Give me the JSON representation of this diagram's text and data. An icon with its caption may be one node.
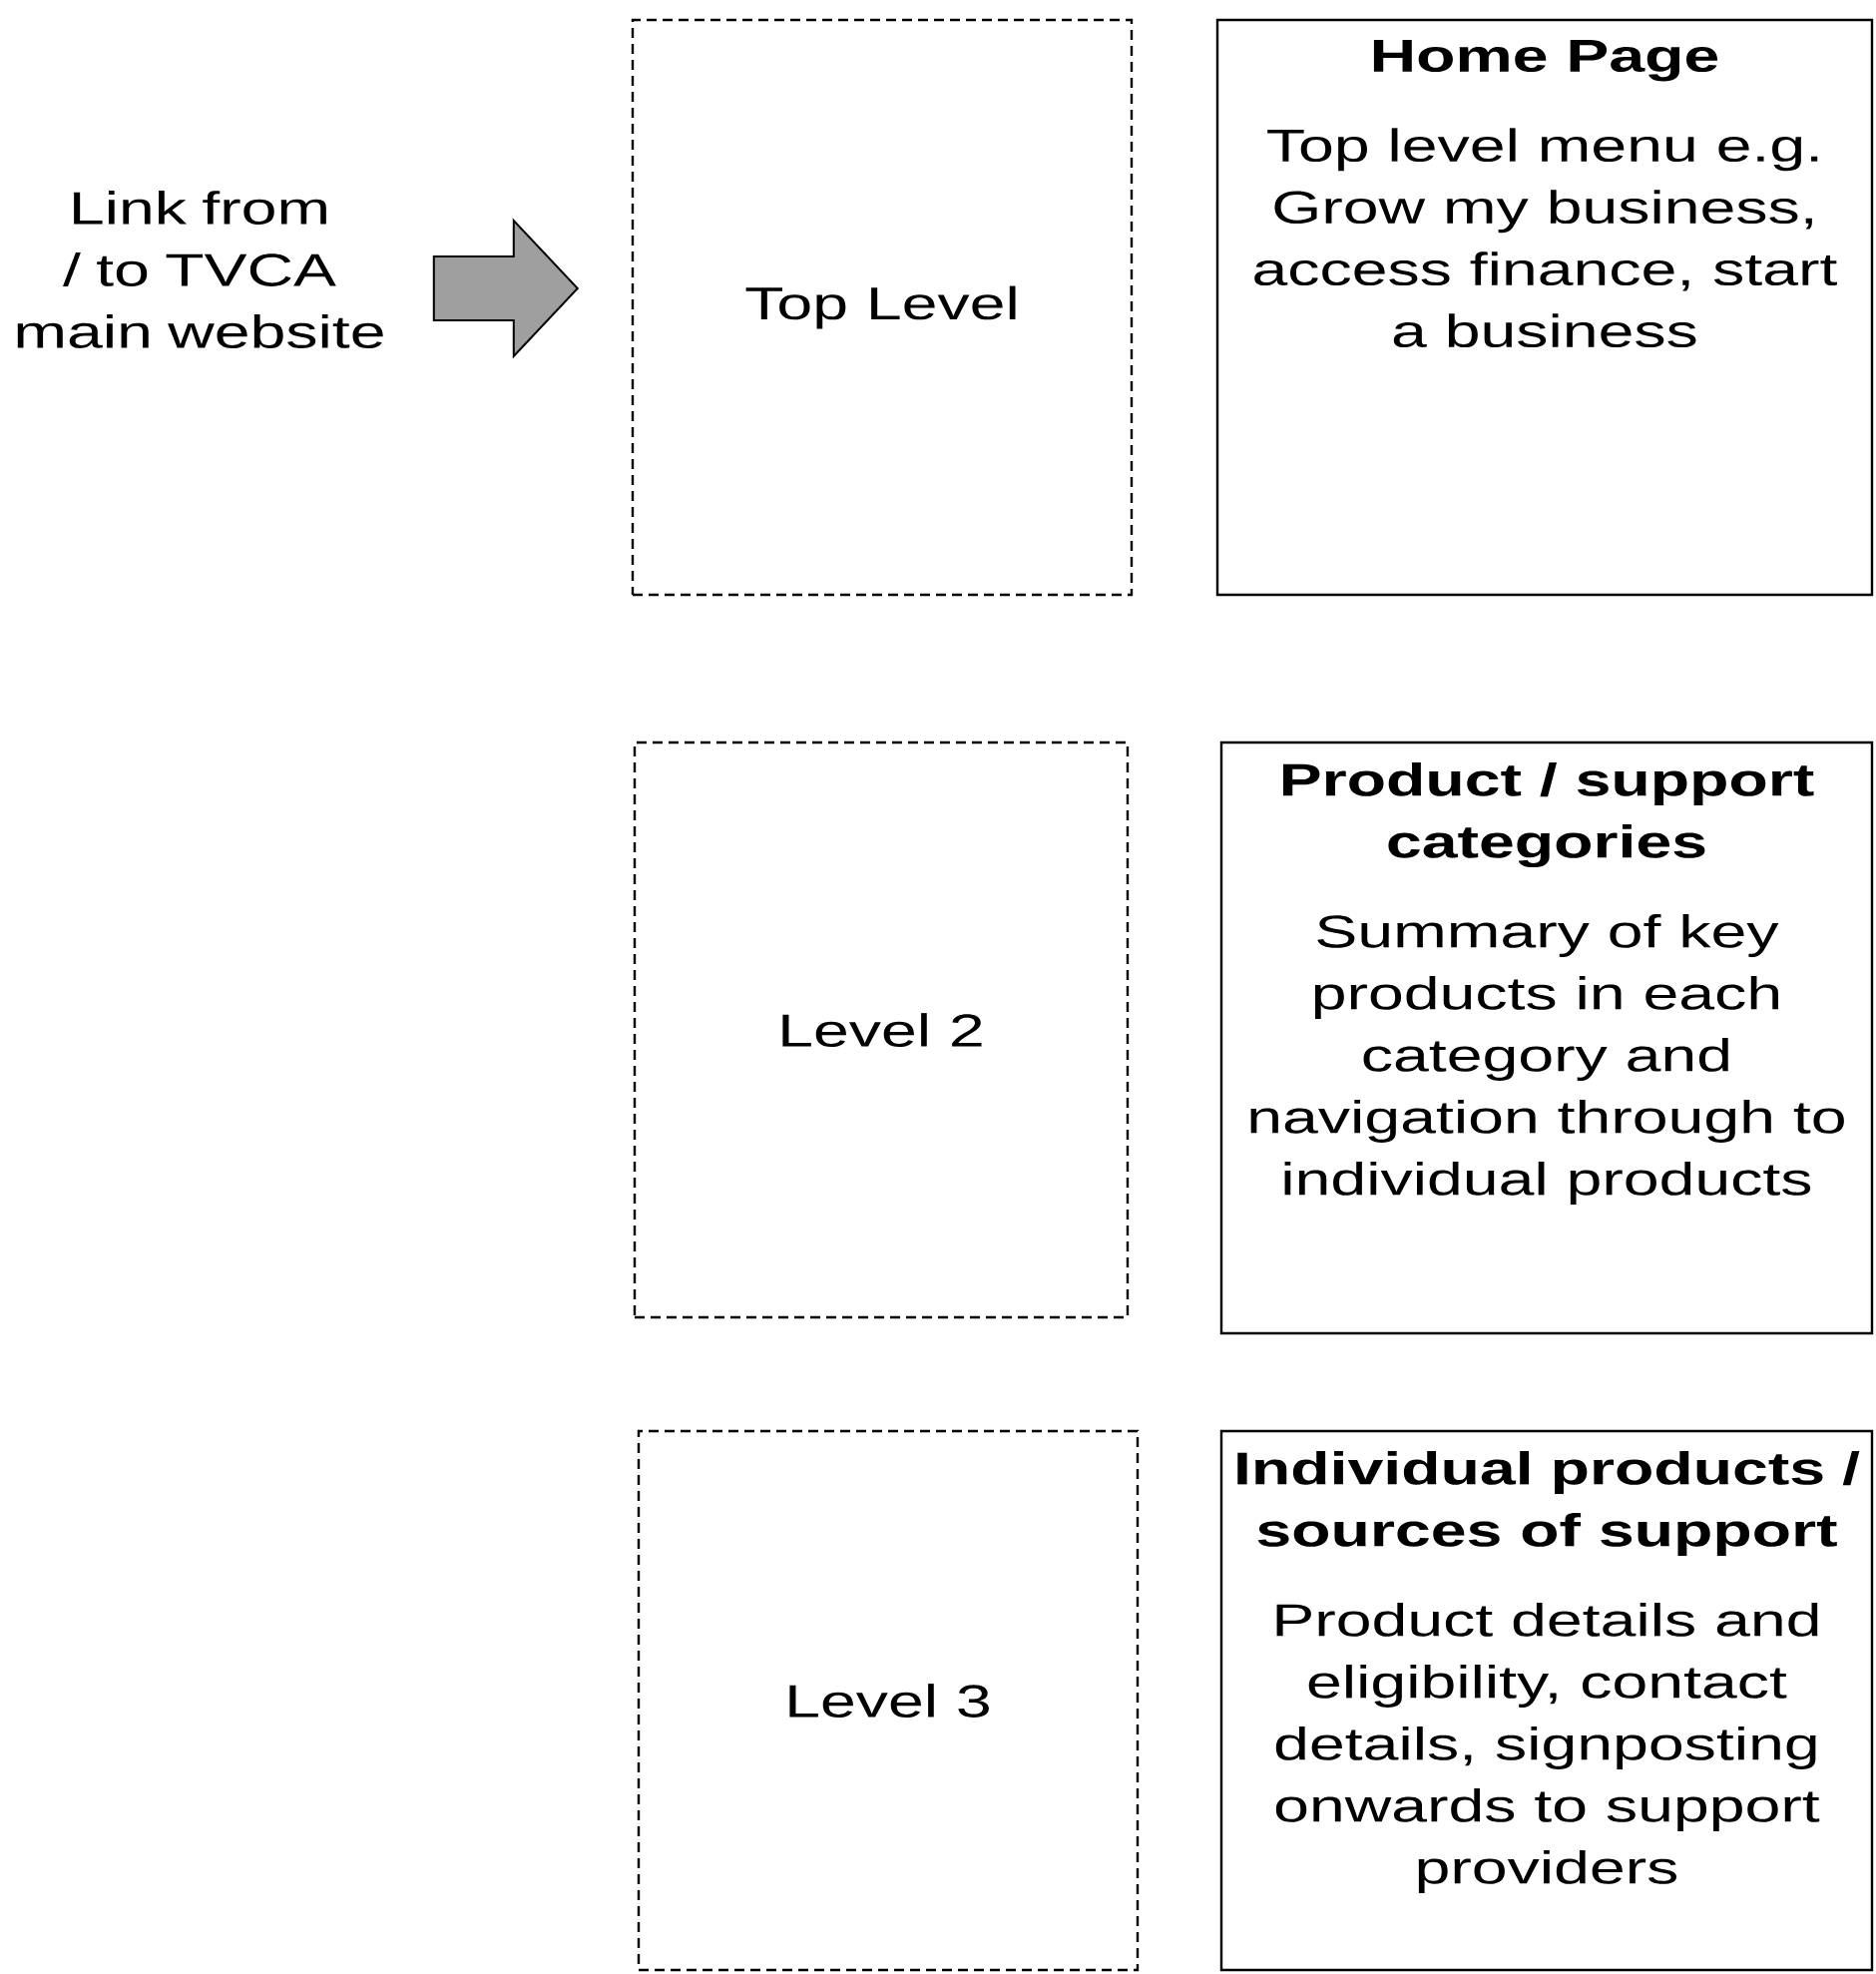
{
  "diagram": {
    "nodes": [
      {
        "text": [
          "Link from / to TVCA main website"
        ]
      },
      {
        "text": [
          "Top Level"
        ]
      },
      {
        "text": [
          "Home Page",
          "Top level menu e.g. Grow my business, access finance, start a business"
        ]
      },
      {
        "text": [
          "Level 2"
        ]
      },
      {
        "text": [
          "Product / support categories",
          "Summary of key products in each category and navigation through to individual products"
        ]
      },
      {
        "text": [
          "Level 3"
        ]
      },
      {
        "text": [
          "Individual products / sources of support",
          "Product details and eligibility, contact details, signposting onwards to support providers"
        ]
      }
    ],
    "edges": [
      {
        "from": 0,
        "to": 1,
        "arrow": "to"
      }
    ]
  }
}
